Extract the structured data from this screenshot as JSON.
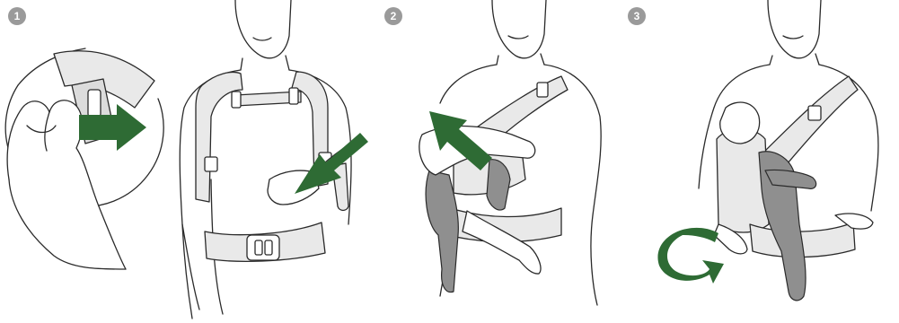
{
  "steps": [
    {
      "number": "1",
      "arrow_color": "#2e6b34"
    },
    {
      "number": "2",
      "arrow_color": "#2e6b34"
    },
    {
      "number": "3",
      "arrow_color": "#2e6b34"
    }
  ],
  "colors": {
    "badge": "#9a9a9a",
    "arrow": "#2e6b34",
    "strap_fill": "#e9e9e9",
    "baby_fill": "#8f8f8f",
    "line": "#2a2a2a"
  }
}
